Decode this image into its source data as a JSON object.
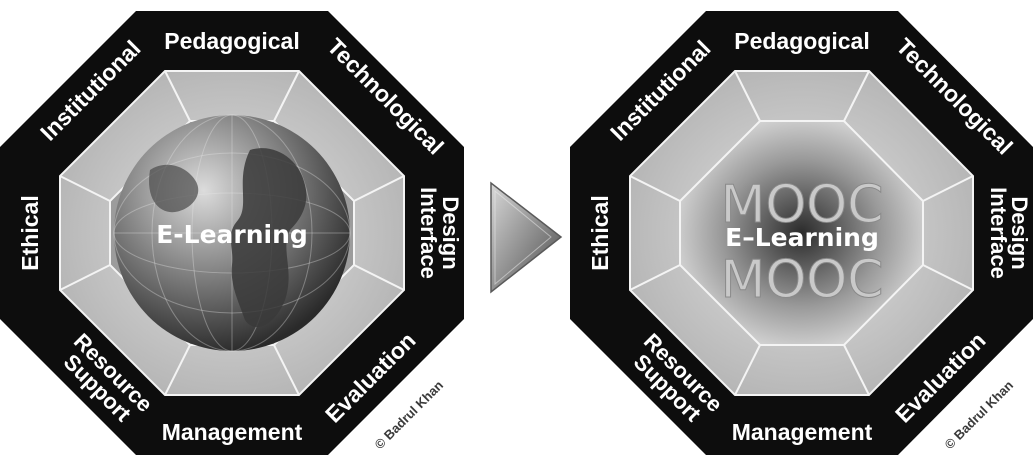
{
  "left_diagram": {
    "center_label": "E-Learning",
    "dimensions": {
      "top": "Pedagogical",
      "top_right": "Technological",
      "right_line1": "Interface",
      "right_line2": "Design",
      "bottom_right": "Evaluation",
      "bottom": "Management",
      "bottom_left_line1": "Resource",
      "bottom_left_line2": "Support",
      "left": "Ethical",
      "top_left": "Institutional"
    },
    "credit": "© Badrul Khan"
  },
  "arrow": {
    "icon": "right-triangle-arrow-icon"
  },
  "right_diagram": {
    "center_top": "MOOC",
    "center_label": "E–Learning",
    "center_bottom": "MOOC",
    "dimensions": {
      "top": "Pedagogical",
      "top_right": "Technological",
      "right_line1": "Interface",
      "right_line2": "Design",
      "bottom_right": "Evaluation",
      "bottom": "Management",
      "bottom_left_line1": "Resource",
      "bottom_left_line2": "Support",
      "left": "Ethical",
      "top_left": "Institutional"
    },
    "credit": "© Badrul Khan"
  },
  "colors": {
    "octagon_outer": "#0d0d0d",
    "ring_light": "#cfcfcf",
    "ring_mid": "#a9a9a9",
    "label_text": "#ffffff"
  }
}
